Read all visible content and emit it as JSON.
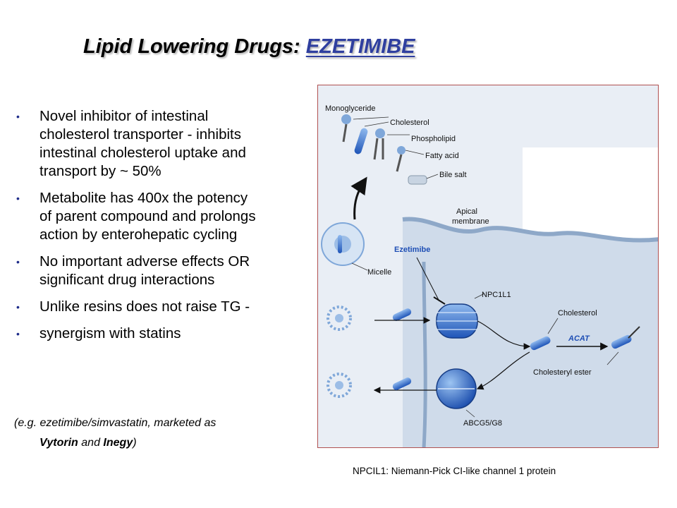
{
  "slide": {
    "title_prefix": "Lipid Lowering Drugs: ",
    "title_drug": "EZETIMIBE",
    "bullets": [
      {
        "line1": "Novel inhibitor of intestinal",
        "line2": "cholesterol transporter - inhibits",
        "line3": "intestinal  cholesterol uptake and",
        "line4": "transport by ~ 50%"
      },
      {
        "line1": "Metabolite has 400x the potency",
        "line2": "of parent compound and prolongs",
        "line3": "action by enterohepatic cycling"
      },
      {
        "line1": "No important adverse effects OR",
        "line2": "significant drug interactions"
      },
      {
        "line1": "Unlike resins does not raise TG -"
      },
      {
        "line1": "synergism with statins"
      }
    ],
    "note": {
      "line1": "(e.g. ezetimibe/simvastatin, marketed as",
      "brand1": "Vytorin",
      "and": " and ",
      "brand2": "Inegy",
      "close": ")"
    },
    "caption": "NPCIL1: Niemann-Pick CI-like channel 1 protein"
  },
  "figure": {
    "labels": {
      "monoglyceride": "Monoglyceride",
      "cholesterol_top": "Cholesterol",
      "phospholipid": "Phospholipid",
      "fatty_acid": "Fatty acid",
      "bile_salt": "Bile salt",
      "apical_1": "Apical",
      "apical_2": "membrane",
      "ezetimibe": "Ezetimibe",
      "micelle": "Micelle",
      "npc1l1": "NPC1L1",
      "cholesterol_cell": "Cholesterol",
      "acat": "ACAT",
      "cholesteryl_ester": "Cholesteryl ester",
      "abcg5": "ABCG5/G8"
    },
    "colors": {
      "membrane": "#a9c2e0",
      "molecule": "#2f6fd0",
      "head": "#7fa7d9"
    }
  }
}
